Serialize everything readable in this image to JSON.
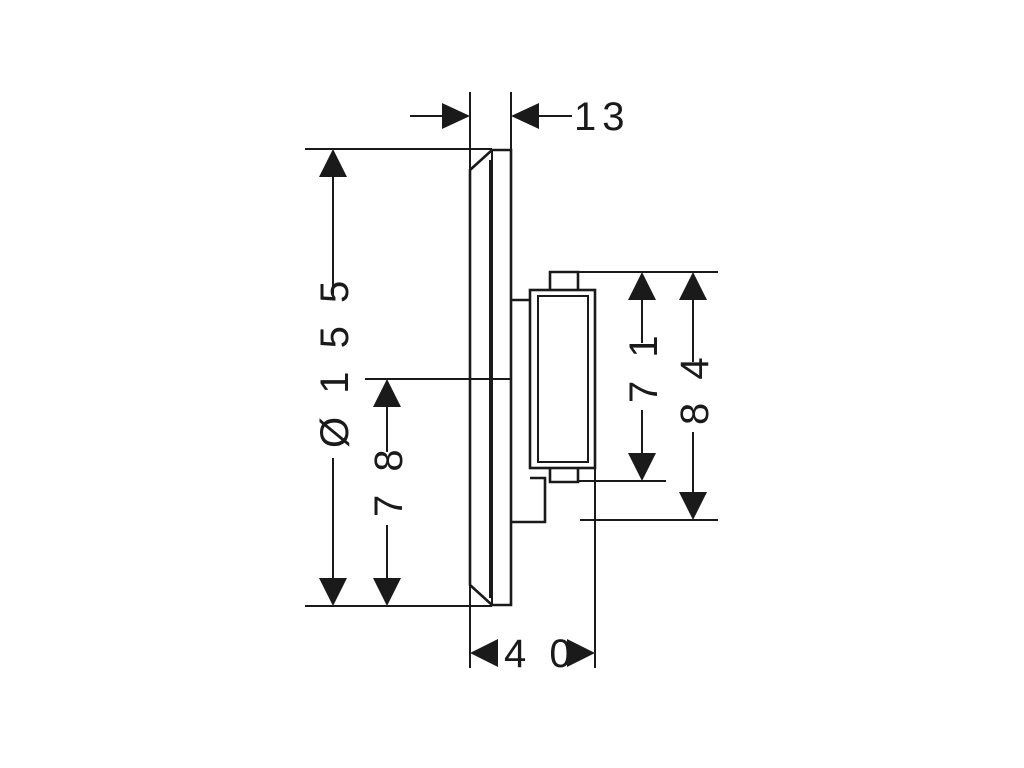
{
  "dimensions": {
    "plate_thickness": "13",
    "diameter": "Ø 1 5 5",
    "center_height": "7 8",
    "body_height_inner": "7 1",
    "body_height_outer": "8 4",
    "overall_depth": "4 0"
  },
  "colors": {
    "line": "#1a1a1a",
    "background": "#ffffff"
  }
}
